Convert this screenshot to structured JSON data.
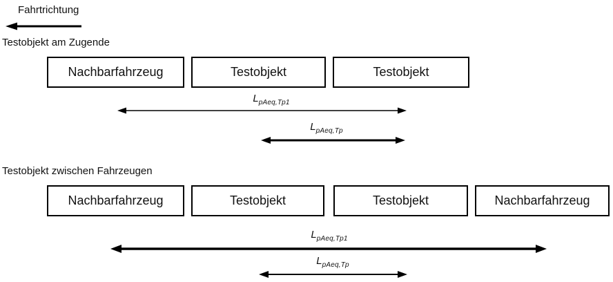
{
  "direction": {
    "label": "Fahrtrichtung"
  },
  "sections": [
    {
      "heading": "Testobjekt am Zugende",
      "boxes": [
        "Nachbarfahrzeug",
        "Testobjekt",
        "Testobjekt"
      ],
      "arrows": [
        {
          "label_main": "L",
          "label_sub": "pAeq,Tp1"
        },
        {
          "label_main": "L",
          "label_sub": "pAeq,Tp"
        }
      ]
    },
    {
      "heading": "Testobjekt zwischen Fahrzeugen",
      "boxes": [
        "Nachbarfahrzeug",
        "Testobjekt",
        "Testobjekt",
        "Nachbarfahrzeug"
      ],
      "arrows": [
        {
          "label_main": "L",
          "label_sub": "pAeq,Tp1"
        },
        {
          "label_main": "L",
          "label_sub": "pAeq,Tp"
        }
      ]
    }
  ],
  "colors": {
    "foreground": "#000000",
    "background": "#ffffff"
  }
}
